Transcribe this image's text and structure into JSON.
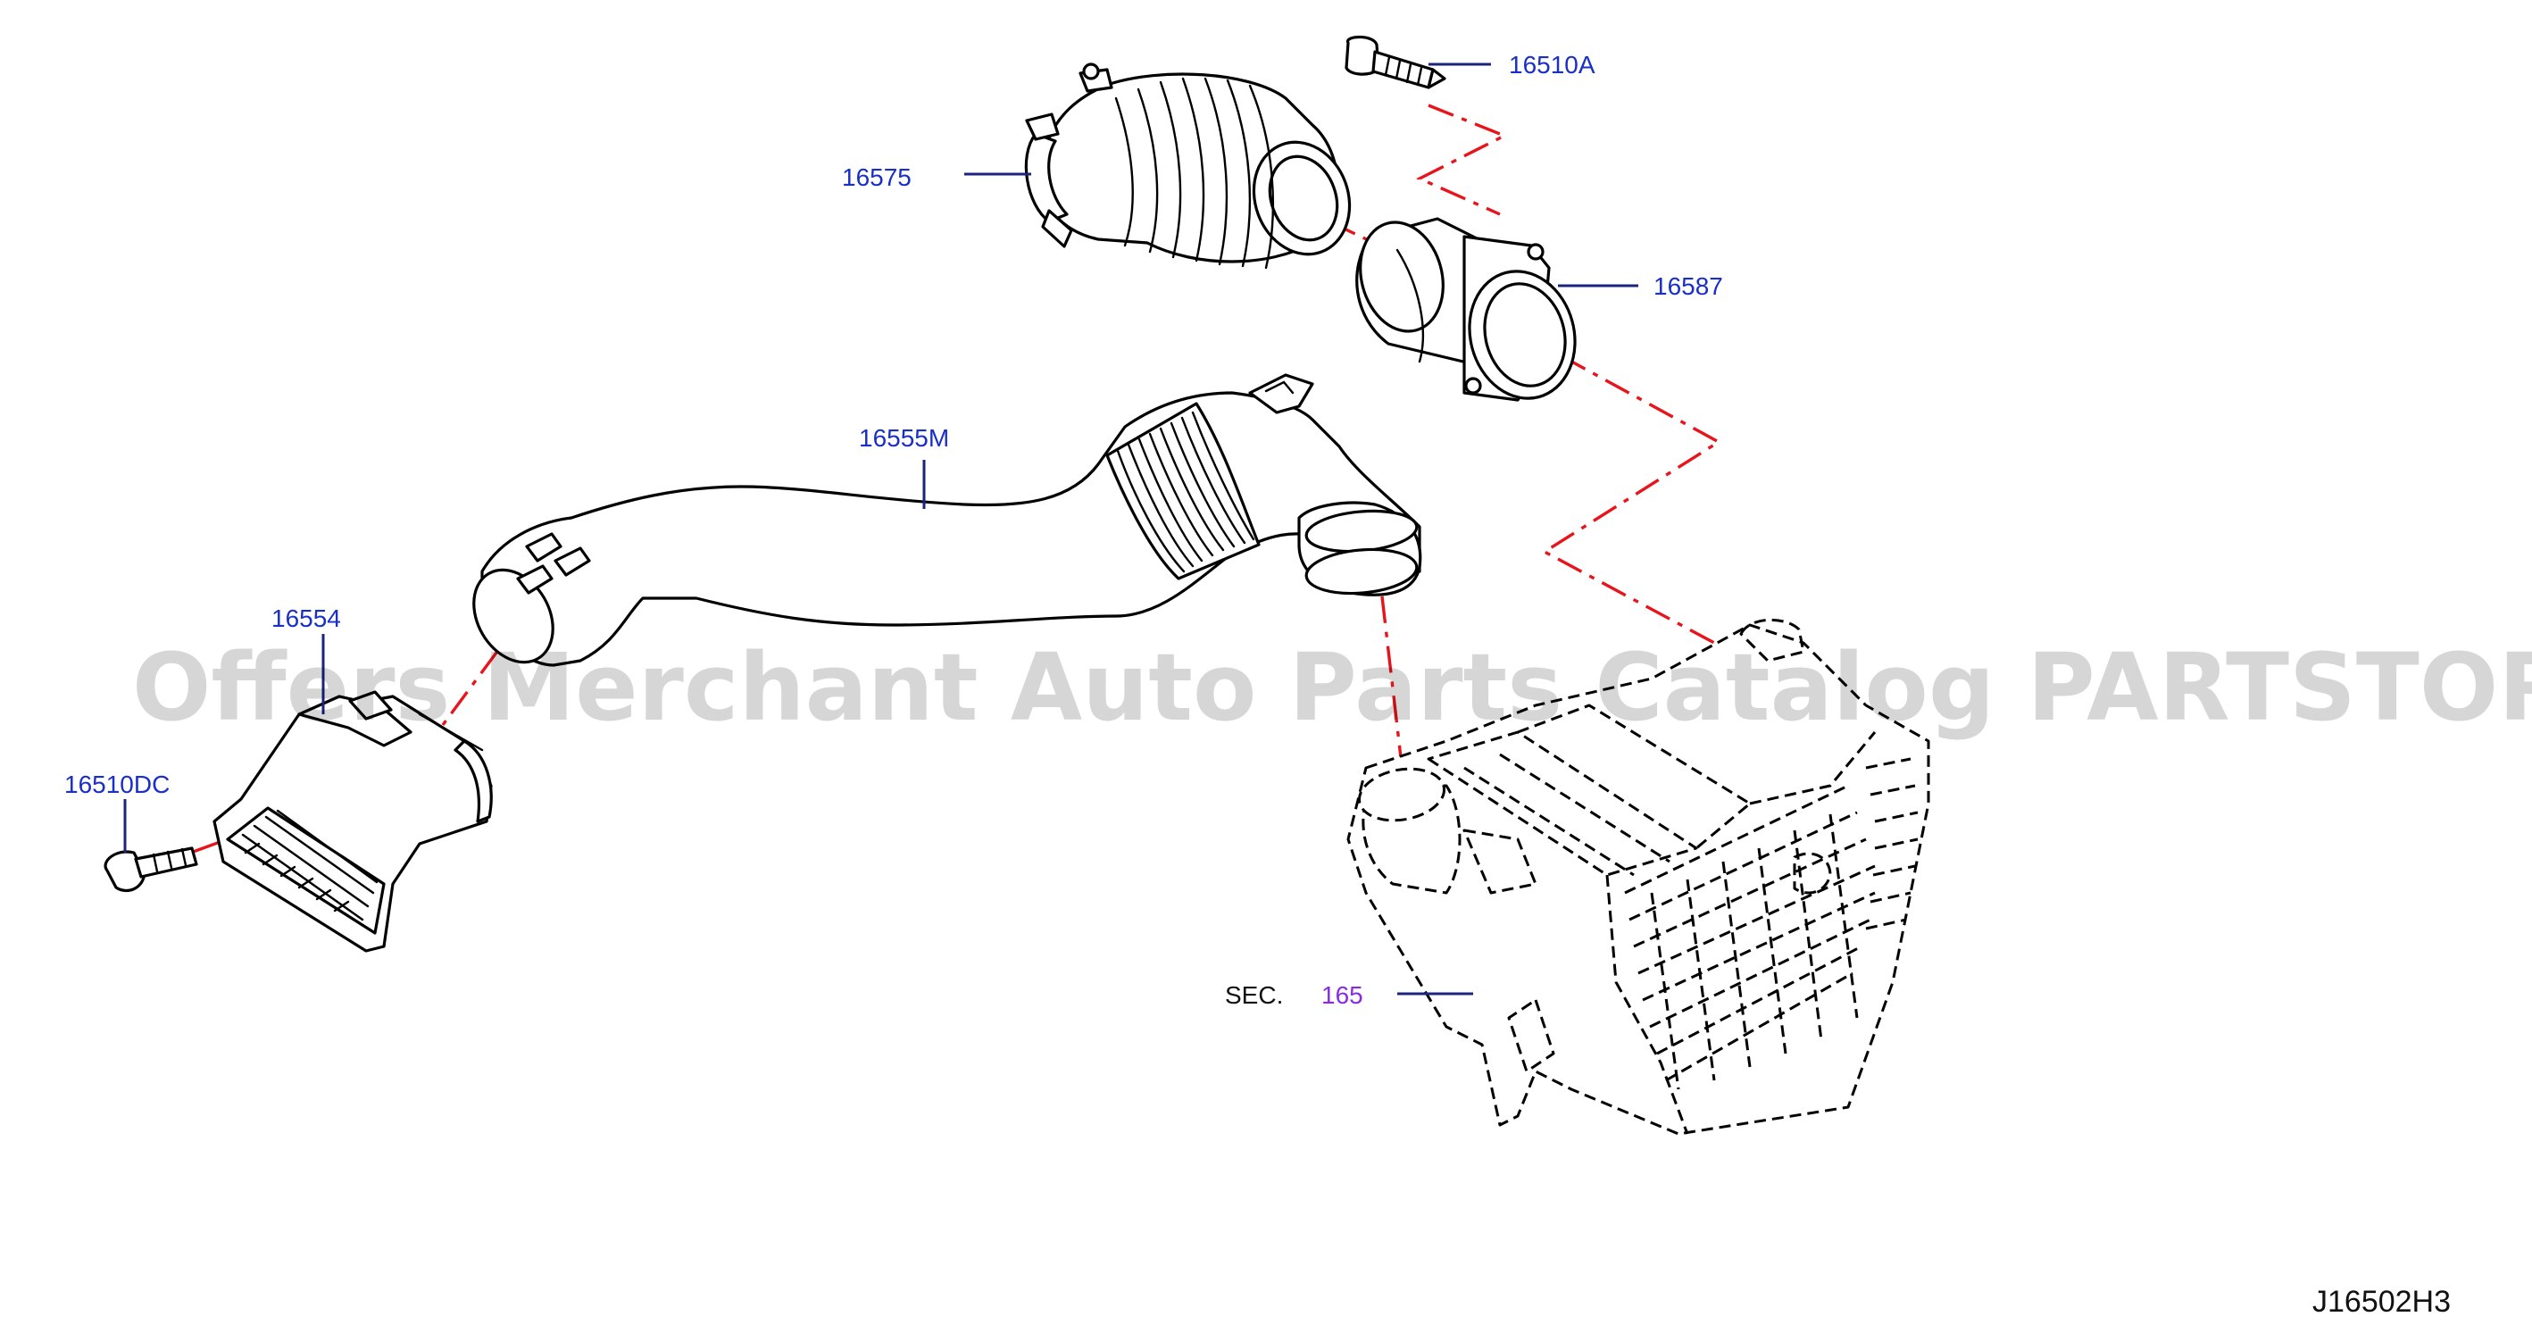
{
  "watermark": "Offers Merchant Auto Parts Catalog PARTSTORE.SA",
  "diagram_code": "J16502H3",
  "callouts": {
    "bolt_top": "16510A",
    "inlet_duct": "16575",
    "airflow_meter": "16587",
    "air_duct": "16555M",
    "resonator": "16554",
    "bolt_left": "16510DC",
    "sec_prefix": "SEC.",
    "sec_number": "165"
  },
  "colors": {
    "label_blue": "#1a2ec8",
    "leader_navy": "#1a237e",
    "link_red": "#e8141b",
    "section_purple": "#8a2be2"
  }
}
